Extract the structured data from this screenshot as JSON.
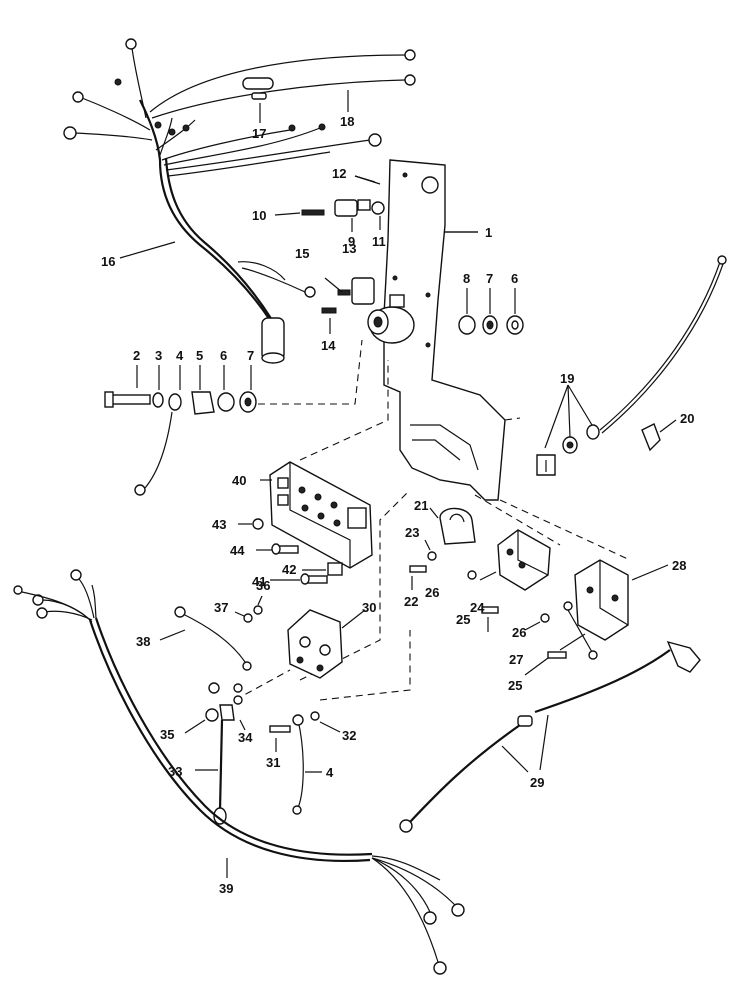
{
  "diagram": {
    "callouts": [
      {
        "id": "c1",
        "text": "1"
      },
      {
        "id": "c2",
        "text": "2"
      },
      {
        "id": "c3",
        "text": "3"
      },
      {
        "id": "c4a",
        "text": "4"
      },
      {
        "id": "c4b",
        "text": "4"
      },
      {
        "id": "c5",
        "text": "5"
      },
      {
        "id": "c6a",
        "text": "6"
      },
      {
        "id": "c6b",
        "text": "6"
      },
      {
        "id": "c7a",
        "text": "7"
      },
      {
        "id": "c7b",
        "text": "7"
      },
      {
        "id": "c8",
        "text": "8"
      },
      {
        "id": "c9",
        "text": "9"
      },
      {
        "id": "c10",
        "text": "10"
      },
      {
        "id": "c11",
        "text": "11"
      },
      {
        "id": "c12",
        "text": "12"
      },
      {
        "id": "c13",
        "text": "13"
      },
      {
        "id": "c14",
        "text": "14"
      },
      {
        "id": "c15",
        "text": "15"
      },
      {
        "id": "c16",
        "text": "16"
      },
      {
        "id": "c17",
        "text": "17"
      },
      {
        "id": "c18",
        "text": "18"
      },
      {
        "id": "c19",
        "text": "19"
      },
      {
        "id": "c20",
        "text": "20"
      },
      {
        "id": "c21",
        "text": "21"
      },
      {
        "id": "c22",
        "text": "22"
      },
      {
        "id": "c23",
        "text": "23"
      },
      {
        "id": "c24",
        "text": "24"
      },
      {
        "id": "c25a",
        "text": "25"
      },
      {
        "id": "c25b",
        "text": "25"
      },
      {
        "id": "c26a",
        "text": "26"
      },
      {
        "id": "c26b",
        "text": "26"
      },
      {
        "id": "c27",
        "text": "27"
      },
      {
        "id": "c28",
        "text": "28"
      },
      {
        "id": "c29",
        "text": "29"
      },
      {
        "id": "c30",
        "text": "30"
      },
      {
        "id": "c31",
        "text": "31"
      },
      {
        "id": "c32",
        "text": "32"
      },
      {
        "id": "c33",
        "text": "33"
      },
      {
        "id": "c34",
        "text": "34"
      },
      {
        "id": "c35",
        "text": "35"
      },
      {
        "id": "c36",
        "text": "36"
      },
      {
        "id": "c37",
        "text": "37"
      },
      {
        "id": "c38",
        "text": "38"
      },
      {
        "id": "c39",
        "text": "39"
      },
      {
        "id": "c40",
        "text": "40"
      },
      {
        "id": "c41",
        "text": "41"
      },
      {
        "id": "c42",
        "text": "42"
      },
      {
        "id": "c43",
        "text": "43"
      },
      {
        "id": "c44",
        "text": "44"
      }
    ]
  }
}
